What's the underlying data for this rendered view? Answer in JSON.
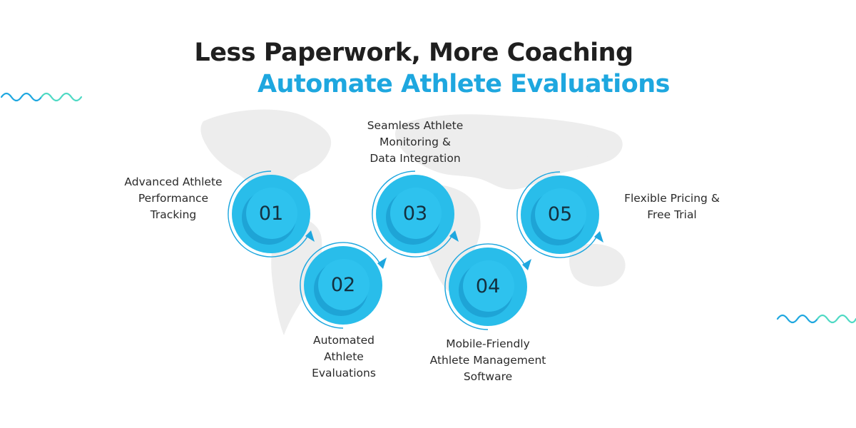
{
  "header": {
    "title": "Less Paperwork, More Coaching",
    "subtitle": "Automate Athlete Evaluations"
  },
  "colors": {
    "accent": "#1ea7df",
    "circle": "#29bdea",
    "circle_dark": "#1590c4",
    "wave_blue": "#1ea7df",
    "wave_teal": "#4fd9c4",
    "map": "#ececec"
  },
  "steps": [
    {
      "number": "01",
      "label": "Advanced Athlete\nPerformance\nTracking"
    },
    {
      "number": "02",
      "label": "Automated\nAthlete\nEvaluations"
    },
    {
      "number": "03",
      "label": "Seamless Athlete\nMonitoring &\nData Integration"
    },
    {
      "number": "04",
      "label": "Mobile-Friendly\nAthlete Management\nSoftware"
    },
    {
      "number": "05",
      "label": "Flexible Pricing &\nFree Trial"
    }
  ]
}
